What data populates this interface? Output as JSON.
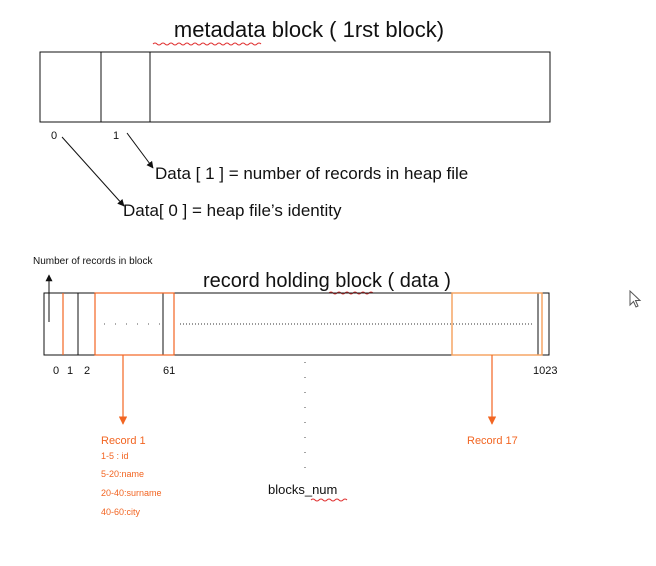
{
  "metadata_block": {
    "title": "metadata block ( 1rst block)",
    "index_labels": [
      "0",
      "1"
    ],
    "annotations": {
      "data1": "Data [ 1 ] = number of records in heap file",
      "data0": "Data[ 0 ] = heap file’s identity"
    }
  },
  "record_block": {
    "title": "record holding block ( data )",
    "counter_label": "Number of records in block",
    "index_labels": [
      "0",
      "1",
      "2",
      "61",
      "1023"
    ],
    "record1": {
      "label": "Record 1",
      "fields": [
        "1-5 : id",
        "5-20:name",
        "20-40:surname",
        "40-60:city"
      ]
    },
    "record17": {
      "label": "Record 17"
    }
  },
  "blocks_num_label": "blocks_num",
  "colors": {
    "line": "#111111",
    "accent": "#f26522",
    "record17_border": "#f5a05a",
    "spellcheck": "#e03030"
  },
  "icons": [
    "mouse-cursor-icon"
  ]
}
